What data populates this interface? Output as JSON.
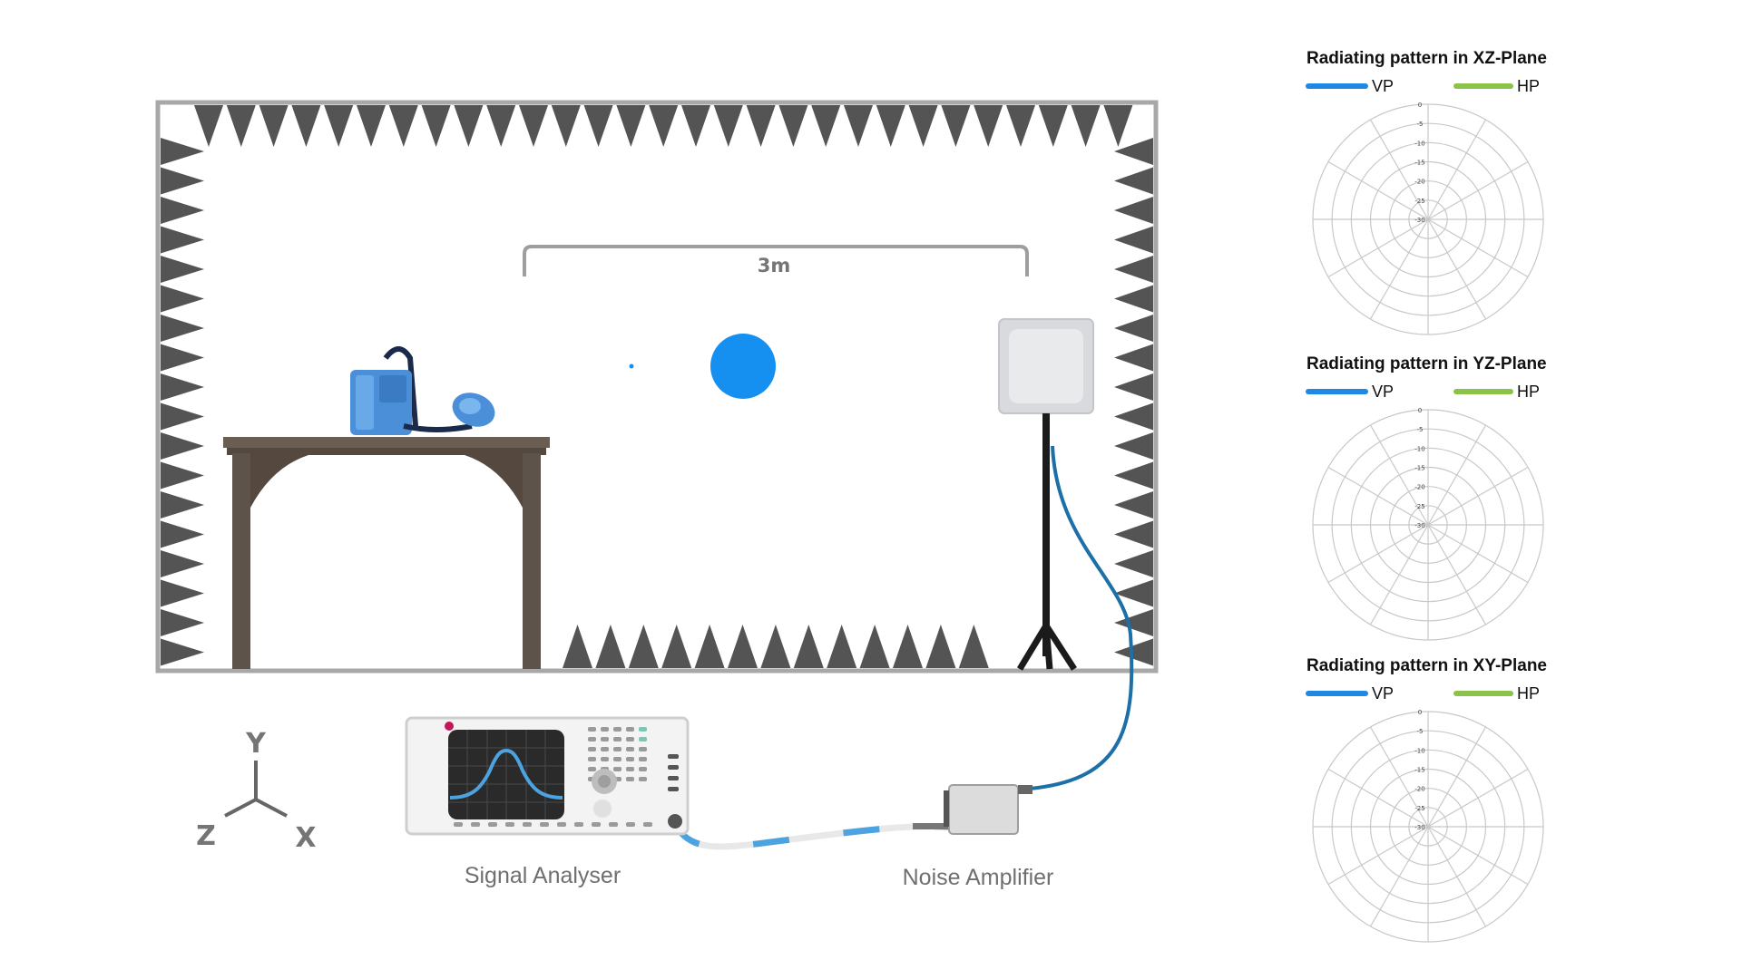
{
  "distance_label": "3m",
  "axes": {
    "y": "Y",
    "z": "Z",
    "x": "X"
  },
  "devices": {
    "signal_analyser": "Signal Analyser",
    "noise_amplifier": "Noise Amplifier"
  },
  "colors": {
    "vp": "#1e88e5",
    "hp": "#8bc34a",
    "absorber": "#545454",
    "chamber_wall": "#a8a8a8",
    "signal_dot": "#1590f0",
    "cable": "#1d6fa8"
  },
  "legend": {
    "vp": "VP",
    "hp": "HP"
  },
  "patterns": [
    {
      "title": "Radiating pattern in XZ-Plane"
    },
    {
      "title": "Radiating pattern in YZ-Plane"
    },
    {
      "title": "Radiating pattern in XY-Plane"
    }
  ],
  "polar_ticks": [
    "0",
    "-5",
    "-10",
    "-15",
    "-20",
    "-25",
    "-30"
  ]
}
